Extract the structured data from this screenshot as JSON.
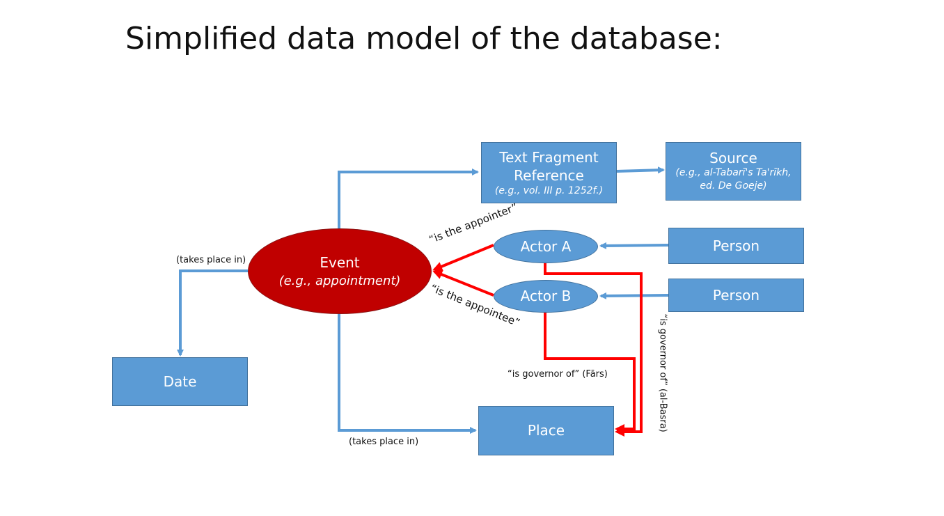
{
  "title": "Simplified data model of the database:",
  "nodes": {
    "text_fragment": {
      "label_line1": "Text Fragment",
      "label_line2": "Reference",
      "example": "(e.g., vol. III p. 1252f.)"
    },
    "source": {
      "label": "Source",
      "example_line1": "(e.g., al-Tabarī's Ta'rīkh,",
      "example_line2": "ed. De Goeje)"
    },
    "event": {
      "label": "Event",
      "example": "(e.g., appointment)"
    },
    "actor_a": {
      "label": "Actor A"
    },
    "actor_b": {
      "label": "Actor B"
    },
    "person_a": {
      "label": "Person"
    },
    "person_b": {
      "label": "Person"
    },
    "date": {
      "label": "Date"
    },
    "place": {
      "label": "Place"
    }
  },
  "edges": {
    "appointer": "“is the appointer”",
    "appointee": "“is the appointee”",
    "event_date": "(takes place in)",
    "event_place": "(takes place in)",
    "governor_fars": "“is governor of” (Fārs)",
    "governor_basra": "“is governor of” (al-Basra)"
  },
  "colors": {
    "box_fill": "#5b9bd5",
    "box_border": "#41719c",
    "event_fill": "#c00000",
    "blue_arrow": "#5b9bd5",
    "red_arrow": "#ff0000"
  }
}
